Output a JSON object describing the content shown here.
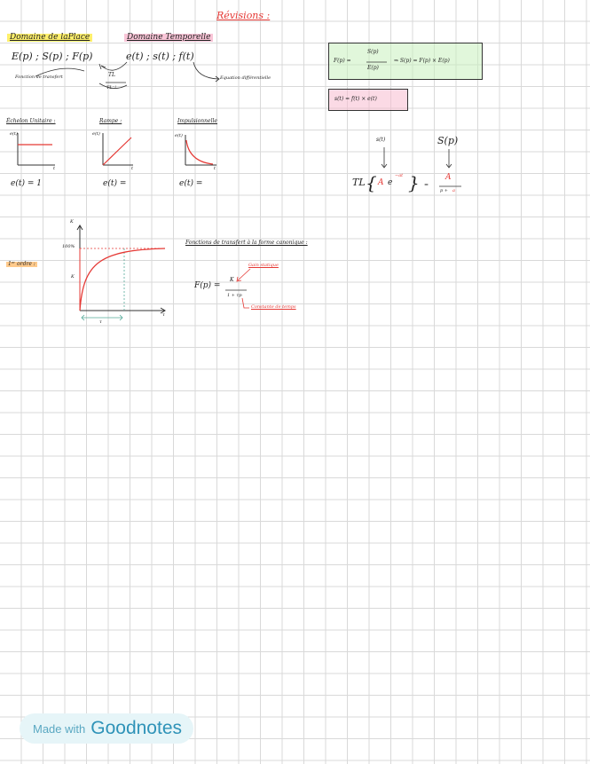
{
  "title": "Révisions :",
  "domains": {
    "laplace_title": "Domaine de laPlace",
    "laplace_expr": "E(p) ; S(p) ; F(p)",
    "transfer_label": "Fonction de transfert",
    "tl": "TL",
    "tl_inv": "TL⁻¹",
    "temporal_title": "Domaine Temporelle",
    "temporal_expr": "e(t) ; s(t) ; f(t)",
    "diff_label": "Equation différentielle"
  },
  "formulas": {
    "f_lhs": "F(p) =",
    "f_num": "S(p)",
    "f_den": "E(p)",
    "f_rhs": "⇒ S(p) = F(p) × E(p)",
    "conv": "s(t) = f(t) × e(t)"
  },
  "signals": {
    "step_title": "Échelon Unitaire :",
    "step_axis": "e(t)",
    "step_t": "t",
    "step_eq": "e(t) = 1",
    "ramp_title": "Rampe :",
    "ramp_axis": "e(t)",
    "ramp_t": "t",
    "ramp_eq": "e(t) =",
    "impulse_title": "Impulsionnelle",
    "impulse_axis": "e(t)",
    "impulse_t": "t",
    "impulse_eq": "e(t) ="
  },
  "tl_table": {
    "s_t": "s(t)",
    "s_p": "S(p)",
    "tl": "TL",
    "a": "A",
    "e": "e",
    "exp": "−at",
    "eq": "=",
    "num": "A",
    "den_p": "p +",
    "den_a": "a"
  },
  "first_order": {
    "label": "1ᵉʳ ordre :",
    "k_top": "K",
    "pct": "100%",
    "k_mid": "K",
    "tau_axis": "τ",
    "tau": "τ",
    "canon_title": "Fonctions de transfert à la forme canonique :",
    "gain_label": "Gain statique",
    "f_lhs": "F(p) =",
    "num": "K",
    "den": "1 + τp",
    "tc_label": "Constante de temps"
  },
  "footer": {
    "made": "Made with",
    "brand": "Goodnotes"
  },
  "colors": {
    "curve": "#e53935",
    "accent": "#2f93b8"
  }
}
